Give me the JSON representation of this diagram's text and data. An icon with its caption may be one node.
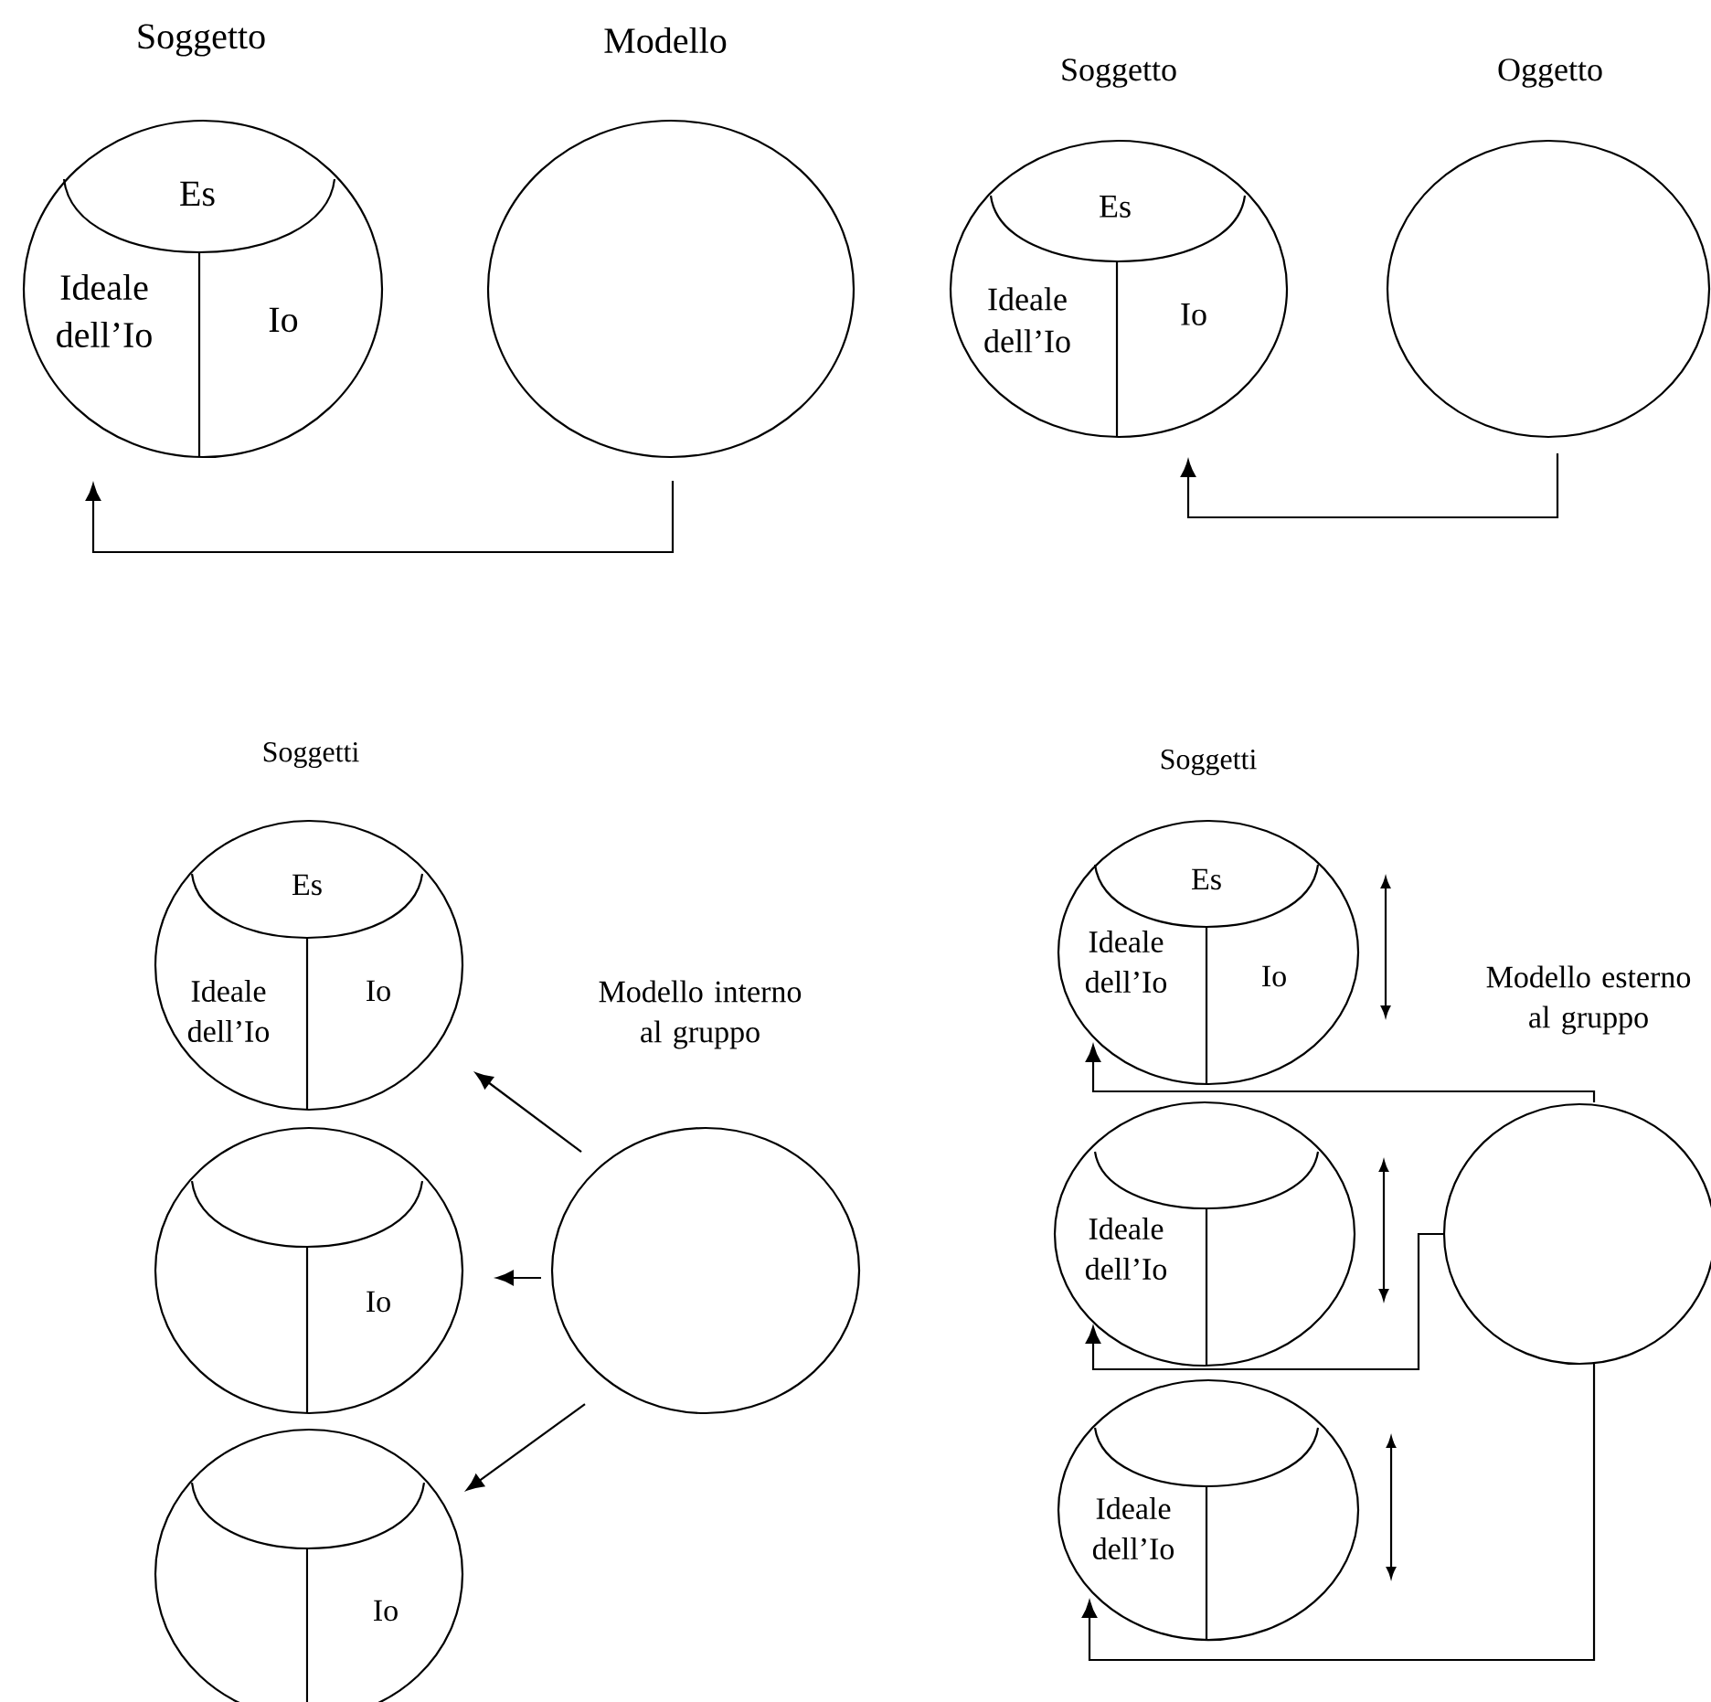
{
  "diagram": {
    "nodes": [
      {
        "text": [
          "Soggetto",
          "Es",
          "Ideale dell’Io",
          "Io"
        ]
      },
      {
        "text": [
          "Modello"
        ]
      },
      {
        "text": [
          "Soggetto",
          "Es",
          "Ideale dell’Io",
          "Io"
        ]
      },
      {
        "text": [
          "Oggetto"
        ]
      },
      {
        "text": [
          "Es",
          "Ideale dell’Io",
          "Io"
        ]
      },
      {
        "text": [
          "Io"
        ]
      },
      {
        "text": [
          "Io"
        ]
      },
      {
        "text": [
          "Modello interno al gruppo"
        ]
      },
      {
        "text": [
          "Es",
          "Ideale dell’Io",
          "Io"
        ]
      },
      {
        "text": [
          "Ideale dell’Io"
        ]
      },
      {
        "text": [
          "Ideale dell’Io"
        ]
      },
      {
        "text": [
          "Modello esterno al gruppo"
        ]
      }
    ],
    "edges": [
      {
        "from": 1,
        "to": 0,
        "arrow": "to"
      },
      {
        "from": 3,
        "to": 2,
        "arrow": "to"
      },
      {
        "from": 7,
        "to": 4,
        "arrow": "to"
      },
      {
        "from": 7,
        "to": 5,
        "arrow": "to"
      },
      {
        "from": 7,
        "to": 6,
        "arrow": "to"
      },
      {
        "from": 11,
        "to": 8,
        "arrow": "to"
      },
      {
        "from": 11,
        "to": 9,
        "arrow": "to"
      },
      {
        "from": 11,
        "to": 10,
        "arrow": "to"
      }
    ],
    "labels": [
      "Soggetti",
      "Soggetti"
    ]
  }
}
